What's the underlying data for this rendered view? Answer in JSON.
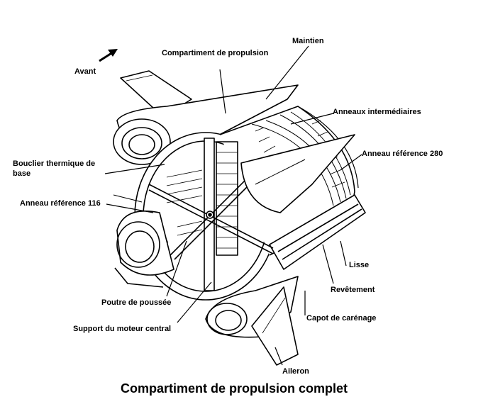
{
  "labels": {
    "avant": "Avant",
    "compartiment_propulsion": "Compartiment de propulsion",
    "maintien": "Maintien",
    "anneaux_intermediaires": "Anneaux intermédiaires",
    "anneau_280": "Anneau référence 280",
    "bouclier_line1": "Bouclier thermique de",
    "bouclier_line2": "base",
    "anneau_116": "Anneau référence 116",
    "lisse": "Lisse",
    "revetement": "Revêtement",
    "poutre": "Poutre de poussée",
    "capot": "Capot de carénage",
    "support": "Support du moteur central",
    "aileron": "Aileron"
  },
  "caption": "Compartiment de propulsion complet"
}
